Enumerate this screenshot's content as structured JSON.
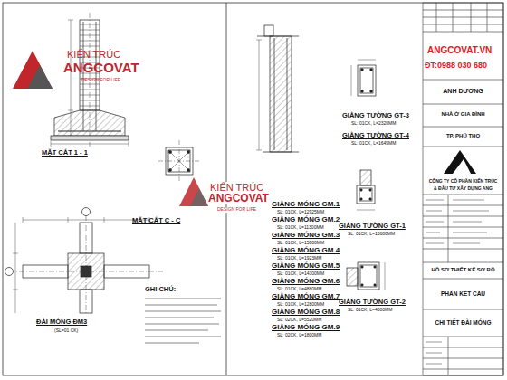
{
  "diagram": {
    "labels": [
      "KIẾN TRÚC",
      "ANGCOVAT",
      "DESIGN FOR LIFE",
      "ANGCOVAT.VN",
      "ĐT:0988 030 680",
      "MẶT CẮT 1 - 1",
      "MẶT CẮT C - C",
      "ĐÀI MÓNG ĐM3",
      "(SL=01 CK)",
      "GHI CHÚ:",
      "KIẾN TRÚC",
      "ANGCOVAT",
      "DESIGN FOR LIFE",
      "GIẰNG MÓNG GM.1",
      "SL: 01CK, L=12925MM",
      "GIẰNG MÓNG GM.2",
      "SL: 01CK, L=11300MM",
      "GIẰNG MÓNG GM.3",
      "SL: 01CK, L=15000MM",
      "GIẰNG MÓNG GM.4",
      "SL: 01CK, L=1923MM",
      "GIẰNG MÓNG GM.5",
      "SL: 01CK, L=14300MM",
      "GIẰNG MÓNG GM.6",
      "SL: 01CK, L=4880MM",
      "GIẰNG MÓNG GM.7",
      "SL: 01CK, L=12800MM",
      "GIẰNG MÓNG GM.8",
      "SL: 02CK, L=5520MM",
      "GIẰNG MÓNG GM.9",
      "SL: 02CK, L=1800MM",
      "GIẰNG TƯỜNG GT-3",
      "SL: 01CK, L=2320MM",
      "GIẰNG TƯỜNG GT-4",
      "SL: 01CK, L=1645MM",
      "GIẰNG TƯỜNG GT-1",
      "SL: 01CK, L=15600MM",
      "GIẰNG TƯỜNG GT-2",
      "SL: 01CK, L=4000MM",
      "ANH DƯƠNG",
      "NHÀ Ở GIA ĐÌNH",
      "TP. PHÚ THỌ",
      "CÔNG TY CỔ PHẦN KIẾN TRÚC",
      "& ĐẦU TƯ XÂY DỰNG ANG",
      "HỒ SƠ THIẾT KẾ SƠ BỘ",
      "PHẦN KẾT CẤU",
      "CHI TIẾT ĐÀI MÓNG"
    ]
  }
}
